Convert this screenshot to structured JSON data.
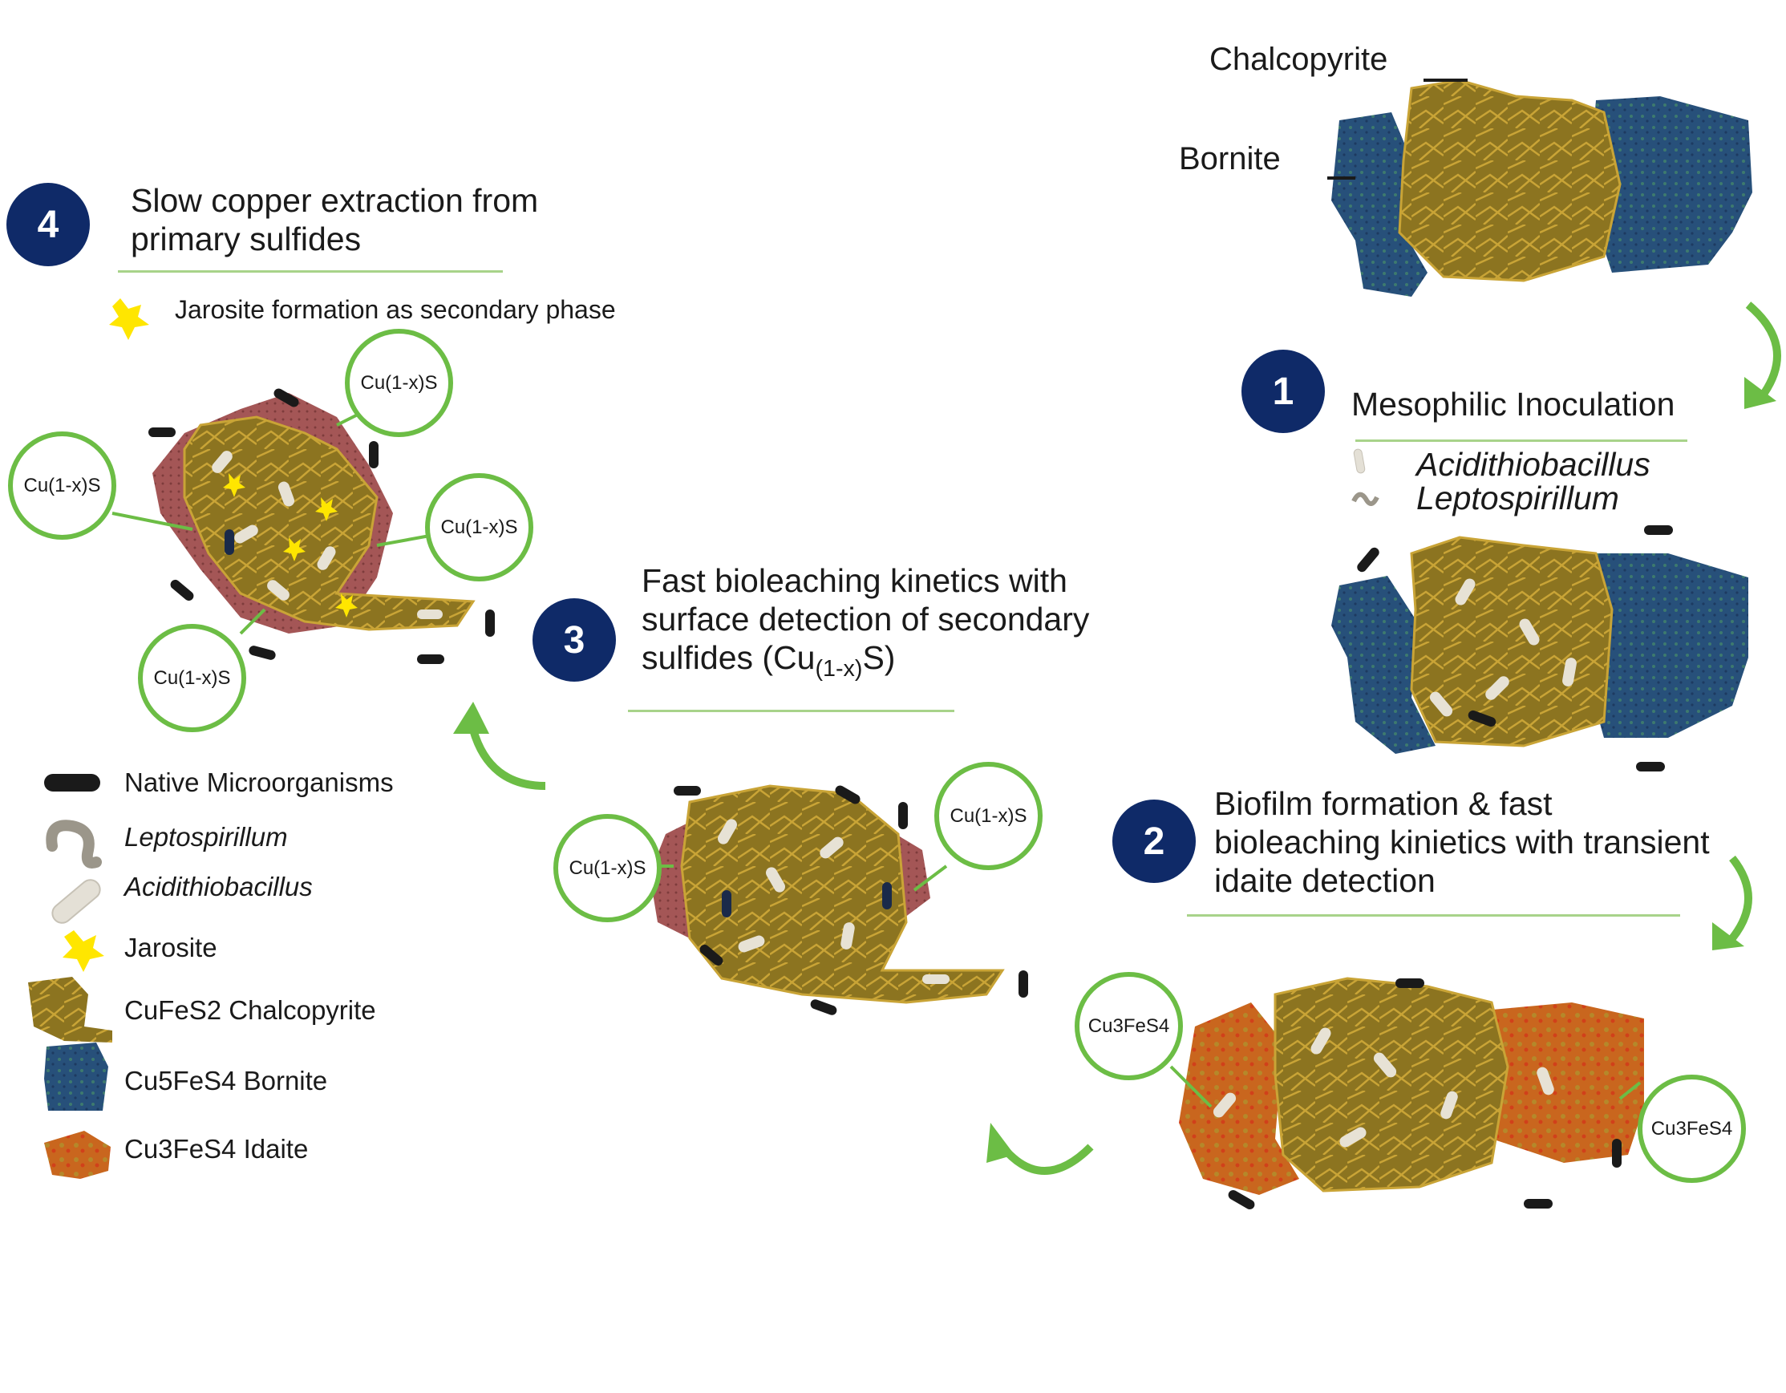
{
  "labels": {
    "chalcopyrite": "Chalcopyrite",
    "bornite": "Bornite",
    "cu1xs": "Cu(1-x)S",
    "cu3fes4": "Cu3FeS4"
  },
  "steps": {
    "s1": {
      "num": "1",
      "title": "Mesophilic Inoculation",
      "org1": "Acidithiobacillus",
      "org2": "Leptospirillum"
    },
    "s2": {
      "num": "2",
      "line1": "Biofilm formation & fast",
      "line2": "bioleaching kinietics with transient",
      "line3": "idaite detection"
    },
    "s3": {
      "num": "3",
      "line1": "Fast bioleaching kinetics with",
      "line2": "surface detection of secondary",
      "line3a": "sulfides (Cu",
      "sub": "(1-x)",
      "line3b": "S)"
    },
    "s4": {
      "num": "4",
      "line1": "Slow copper extraction from",
      "line2": "primary sulfides",
      "note": "Jarosite formation as secondary phase"
    }
  },
  "legend": {
    "native": "Native Microorganisms",
    "lepto": "Leptospirillum",
    "acidi": "Acidithiobacillus",
    "jarosite": "Jarosite",
    "chalco_formula": "CuFeS2",
    "chalco_name": "Chalcopyrite",
    "bornite_formula": "Cu5FeS4",
    "bornite_name": "Bornite",
    "idaite_formula": "Cu3FeS4",
    "idaite_name": "Idaite"
  },
  "colors": {
    "chalcopyrite": "#8c7420",
    "bornite": "#27507a",
    "idaite": "#c9661e",
    "jarosite_rim": "#a45656",
    "arrow": "#6cbd45",
    "badge": "#0f2a68",
    "jarosite": "#ffe600"
  }
}
